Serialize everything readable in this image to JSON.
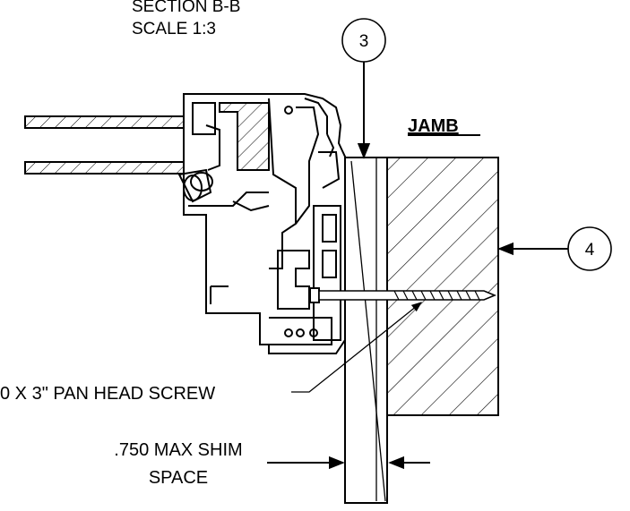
{
  "section_title": "SECTION B-B",
  "scale": "SCALE 1:3",
  "jamb_label": "JAMB",
  "callouts": [
    "3",
    "4"
  ],
  "screw_label": "0 X 3\" PAN HEAD SCREW",
  "shim_label_line1": ".750 MAX SHIM",
  "shim_label_line2": "SPACE"
}
